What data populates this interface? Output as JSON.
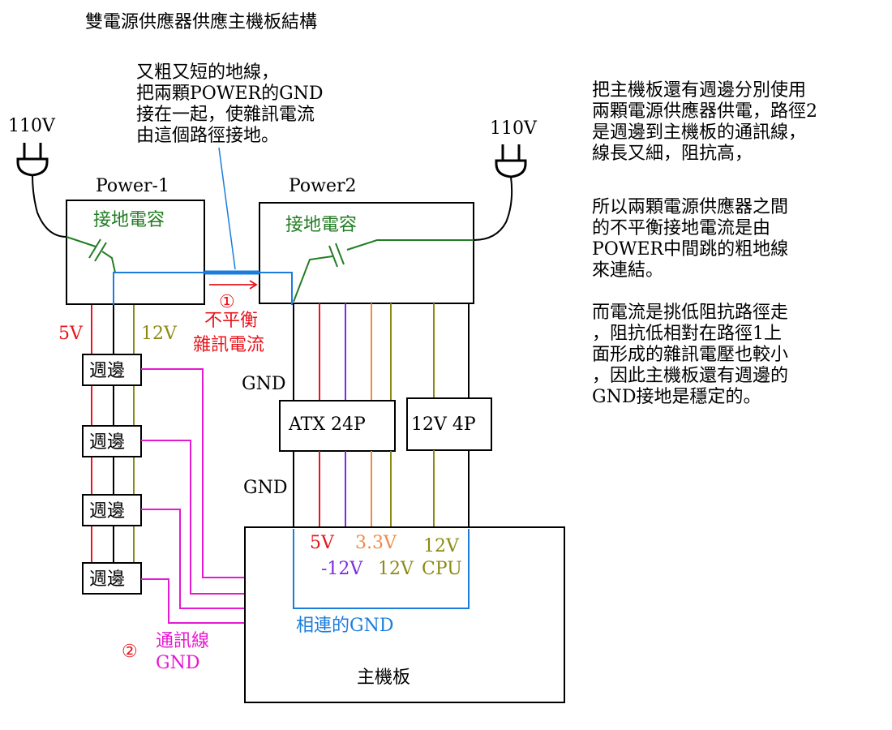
{
  "title": "雙電源供應器供應主機板結構",
  "note": {
    "lines": [
      "又粗又短的地線，",
      "把兩顆POWER的GND",
      "接在一起，使雜訊電流",
      "由這個路徑接地。"
    ]
  },
  "explanation": {
    "paragraph1": [
      "把主機板還有週邊分別使用",
      "兩顆電源供應器供電，路徑2",
      "是週邊到主機板的通訊線，",
      "線長又細，阻抗高，"
    ],
    "paragraph2": [
      "所以兩顆電源供應器之間",
      "的不平衡接地電流是由",
      "POWER中間跳的粗地線",
      "來連結。"
    ],
    "paragraph3": [
      "而電流是挑低阻抗路徑走",
      "，阻抗低相對在路徑1上",
      "面形成的雜訊電壓也較小",
      "，因此主機板還有週邊的",
      "GND接地是穩定的。"
    ]
  },
  "power1": {
    "input": "110V",
    "label": "Power-1",
    "capacitor_label": "接地電容",
    "rail_5v": "5V",
    "rail_12v": "12V"
  },
  "power2": {
    "input": "110V",
    "label": "Power2",
    "capacitor_label": "接地電容"
  },
  "path1": {
    "marker": "①",
    "label_line1": "不平衡",
    "label_line2": "雜訊電流"
  },
  "peripherals": [
    "週邊",
    "週邊",
    "週邊",
    "週邊"
  ],
  "connectors": {
    "gnd_upper": "GND",
    "gnd_lower": "GND",
    "atx": "ATX 24P",
    "cpu4p": "12V 4P"
  },
  "motherboard": {
    "label": "主機板",
    "v5": "5V",
    "v33": "3.3V",
    "v12": "12V",
    "vneg12": "-12V",
    "v12_2": "12V",
    "cpu": "CPU",
    "shared_gnd": "相連的GND"
  },
  "path2": {
    "marker": "②",
    "label_line1": "通訊線",
    "label_line2": "GND"
  },
  "colors": {
    "red": "#e8141c",
    "olive": "#8c8a14",
    "green": "#237d23",
    "blue": "#1a7ddc",
    "magenta": "#e619d2",
    "purple": "#7b2ce0",
    "orange": "#f08a46"
  }
}
